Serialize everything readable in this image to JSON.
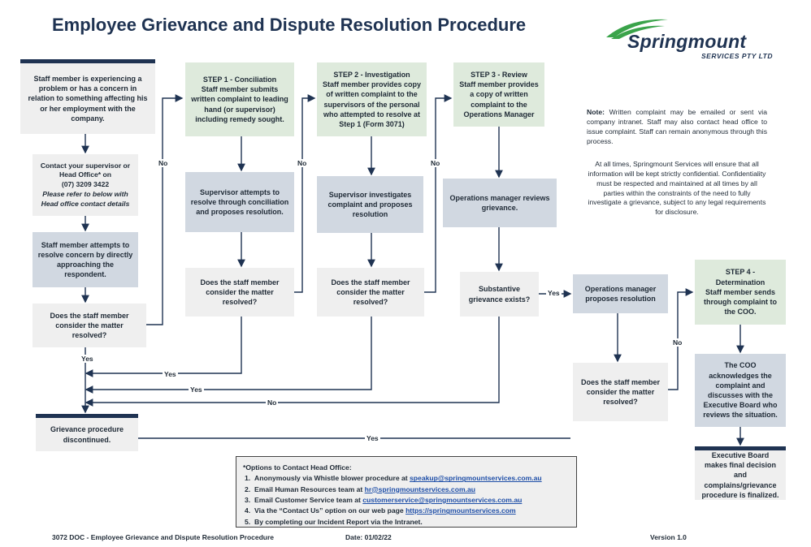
{
  "title": "Employee Grievance and Dispute Resolution Procedure",
  "logo": {
    "name": "Springmount",
    "sub": "SERVICES PTY LTD"
  },
  "boxes": {
    "start": "Staff member is experiencing a problem or has a concern in relation to something affecting his or her employment with the company.",
    "contact_l1": "Contact your supervisor or",
    "contact_l2": "Head Office* on",
    "contact_l3": "(07) 3209 3422",
    "contact_l4": "Please refer to below with",
    "contact_l5": "Head office contact details",
    "approach": "Staff member attempts to resolve concern by directly approaching the respondent.",
    "q1": "Does the staff member consider the matter resolved?",
    "discontinued": "Grievance procedure discontinued.",
    "step1_head": "STEP 1 - Conciliation",
    "step1_body": "Staff member submits written complaint to leading hand (or supervisor) including remedy sought.",
    "sup_resolve": "Supervisor attempts to resolve through conciliation and proposes resolution.",
    "q2": "Does the staff member consider the matter resolved?",
    "step2_head": "STEP 2 - Investigation",
    "step2_body": "Staff member provides copy of written complaint to the supervisors of the personal who attempted to resolve at Step 1 (Form 3071)",
    "sup_invest": "Supervisor investigates complaint and proposes resolution",
    "q3": "Does the staff member consider the matter resolved?",
    "step3_head": "STEP 3 - Review",
    "step3_body": "Staff member provides a copy of written complaint to the Operations Manager",
    "ops_review": "Operations manager reviews grievance.",
    "substantive": "Substantive grievance exists?",
    "ops_propose": "Operations manager proposes resolution",
    "q4": "Does the staff member consider the matter resolved?",
    "step4_head": "STEP 4 -",
    "step4_head2": "Determination",
    "step4_body": "Staff member sends through complaint to the COO.",
    "coo": "The COO acknowledges the complaint and discusses with the Executive Board who reviews the situation.",
    "board": "Executive Board makes final decision and complains/grievance procedure is finalized."
  },
  "labels": {
    "yes": "Yes",
    "no": "No"
  },
  "note": {
    "label": "Note:",
    "text1": "Written complaint may be emailed or sent via company intranet. Staff may also contact head office to issue complaint. Staff can remain anonymous through this process.",
    "text2": "At all times, Springmount Services will ensure that all information will be kept strictly confidential. Confidentiality must be respected and maintained at all times by all parties within the constraints of the need to fully investigate a grievance, subject to any legal requirements for disclosure."
  },
  "contact_options": {
    "heading": "*Options to Contact Head Office:",
    "items": [
      {
        "text": "Anonymously via Whistle blower procedure at ",
        "link": "speakup@springmountservices.com.au"
      },
      {
        "text": "Email Human Resources team at ",
        "link": "hr@springmountservices.com.au"
      },
      {
        "text": "Email Customer Service team at ",
        "link": "customerservice@springmountservices.com.au"
      },
      {
        "text": "Via the “Contact Us” option on our web page ",
        "link": "https://springmountservices.com"
      },
      {
        "text": "By completing our Incident Report via the Intranet.",
        "link": ""
      }
    ]
  },
  "footer": {
    "doc": "3072 DOC - Employee Grievance and Dispute Resolution Procedure",
    "date": "Date: 01/02/22",
    "version": "Version 1.0"
  },
  "colors": {
    "navy": "#1f3352",
    "green_box": "#deeadc",
    "blue_box": "#d1d8e1",
    "grey_box": "#efefef",
    "logo_green": "#3aa34a"
  }
}
